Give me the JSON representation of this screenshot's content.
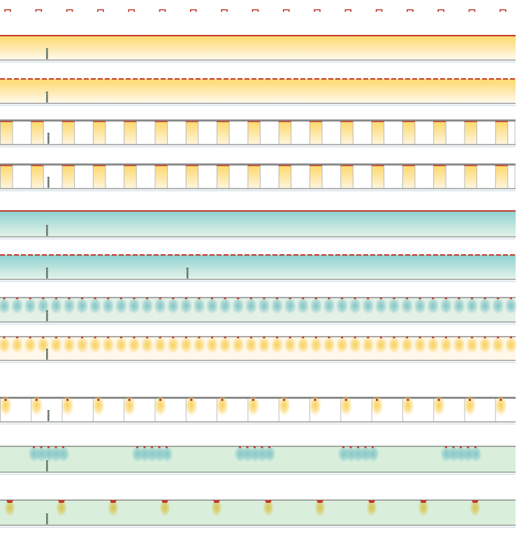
{
  "diagram": {
    "colors": {
      "warm_top": "#fdd86a",
      "warm_fade": "#fffaf0",
      "cool_top": "#8fd0d0",
      "cool_fade": "#e4f3e9",
      "green_band": "#d9efdc",
      "fixture": "#c0392b",
      "rail": "#8c8c8c",
      "floor": "#9a9a9a",
      "floor_shadow": "#dfe9ee",
      "person": "#6b7a70"
    },
    "rows": [
      {
        "id": "luminaire-legend",
        "style": "fixture-legend"
      },
      {
        "id": "warm-continuous-line",
        "style": "continuous",
        "tone": "warm"
      },
      {
        "id": "warm-dashed-line",
        "style": "dashed",
        "tone": "warm"
      },
      {
        "id": "warm-bay-rail",
        "style": "bay-panels",
        "tone": "warm"
      },
      {
        "id": "warm-bay-rail-repeat",
        "style": "bay-panels",
        "tone": "warm"
      },
      {
        "id": "cool-continuous-line",
        "style": "continuous",
        "tone": "cool"
      },
      {
        "id": "cool-dashed-line",
        "style": "dashed",
        "tone": "cool",
        "extra_person": true
      },
      {
        "id": "cool-downlight-row",
        "style": "downlights",
        "tone": "cool"
      },
      {
        "id": "warm-downlight-row",
        "style": "downlights",
        "tone": "warm"
      },
      {
        "id": "warm-bay-spots",
        "style": "bay-spots",
        "tone": "warm"
      },
      {
        "id": "cool-grouped-clusters",
        "style": "clusters",
        "tone": "cool"
      },
      {
        "id": "warm-spot-pairs",
        "style": "spot-pairs",
        "tone": "warm"
      }
    ]
  }
}
